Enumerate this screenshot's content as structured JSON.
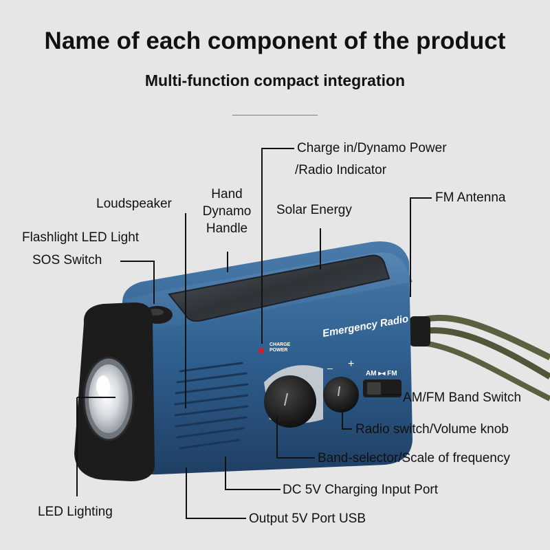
{
  "header": {
    "title": "Name of each component of the product",
    "subtitle": "Multi-function compact integration"
  },
  "product": {
    "body_text": "Emergency Radio",
    "indicator_text_1": "CHARGE",
    "indicator_text_2": "POWER",
    "band_switch_text": "AM ▸◂ FM",
    "knob_minus": "–",
    "knob_plus": "+"
  },
  "labels": {
    "charge_indicator_line1": "Charge in/Dynamo Power",
    "charge_indicator_line2": "/Radio Indicator",
    "hand_dynamo_line1": "Hand",
    "hand_dynamo_line2": "Dynamo",
    "hand_dynamo_line3": "Handle",
    "loudspeaker": "Loudspeaker",
    "solar_energy": "Solar Energy",
    "fm_antenna": "FM Antenna",
    "flashlight_line1": "Flashlight LED Light",
    "flashlight_line2": "SOS Switch",
    "am_fm_switch": "AM/FM Band Switch",
    "radio_switch": "Radio switch/Volume knob",
    "band_selector": "Band-selector/Scale of frequency",
    "dc_port": "DC 5V Charging Input Port",
    "led_lighting": "LED Lighting",
    "usb_port": "Output 5V Port USB"
  },
  "colors": {
    "background": "#e6e6e6",
    "body_blue": "#2f5f8f",
    "body_dark": "#1f3f63",
    "cap_black": "#1c1c1c",
    "solar_panel": "#3a3f45",
    "strap": "#5b6140",
    "indicator_led": "#d21f1f"
  }
}
